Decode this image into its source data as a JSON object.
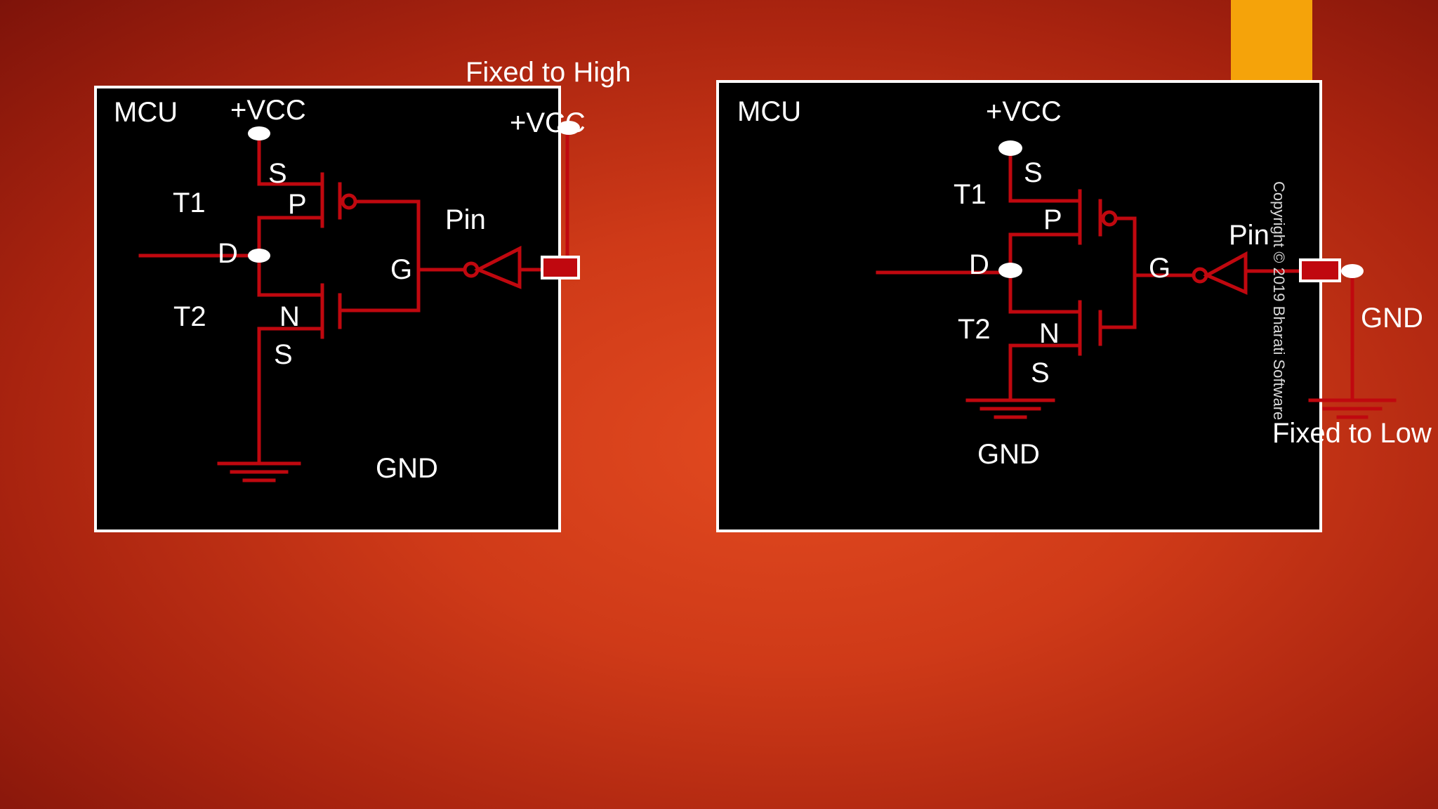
{
  "colors": {
    "background": "#cf3a18",
    "panel": "#000000",
    "wire": "#c0080f",
    "text": "#ffffff",
    "accent_tab": "#f5a30a"
  },
  "left_circuit": {
    "top_label": "Fixed to High",
    "mcu": "MCU",
    "vcc_inside": "+VCC",
    "vcc_outside": "+VCC",
    "t1": "T1",
    "t2": "T2",
    "s_top": "S",
    "p": "P",
    "d": "D",
    "g": "G",
    "n": "N",
    "s_bottom": "S",
    "pin": "Pin",
    "gnd": "GND"
  },
  "right_circuit": {
    "mcu": "MCU",
    "vcc_inside": "+VCC",
    "t1": "T1",
    "t2": "T2",
    "s_top": "S",
    "p": "P",
    "d": "D",
    "g": "G",
    "n": "N",
    "s_bottom": "S",
    "pin": "Pin",
    "gnd_inside": "GND",
    "gnd_outside": "GND",
    "bottom_label": "Fixed to Low",
    "copyright": "Copyright © 2019 Bharati Software"
  }
}
